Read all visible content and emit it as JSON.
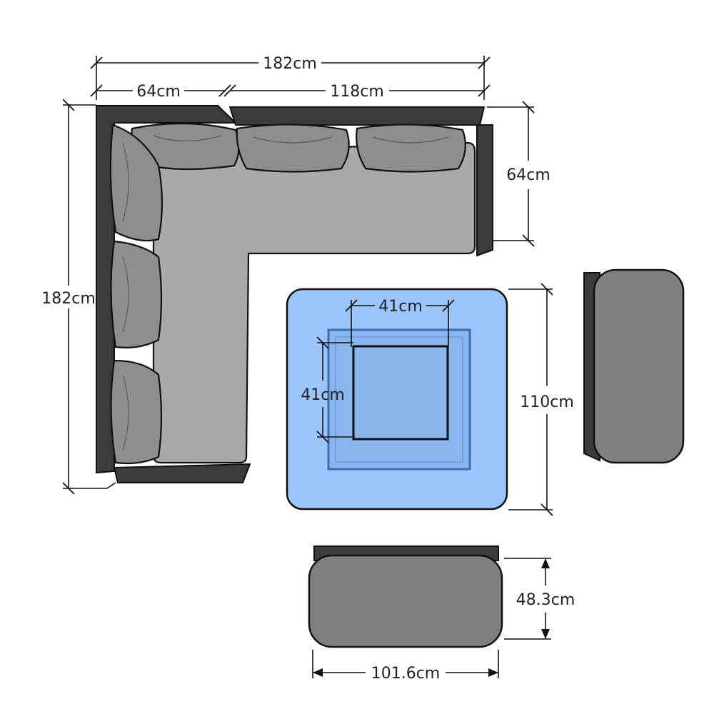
{
  "dimensions": {
    "overall_width": "182cm",
    "corner_width": "64cm",
    "sofa_width": "118cm",
    "sofa_depth": "64cm",
    "overall_depth": "182cm",
    "table_inner_width": "41cm",
    "table_inner_depth": "41cm",
    "table_size": "110cm",
    "footstool_depth": "48.3cm",
    "footstool_width": "101.6cm"
  },
  "colors": {
    "table_fill": "#9cc6fb",
    "table_inner": "#8ab6ee",
    "frame": "#3c3c3c",
    "cushion": "#8e8e8e",
    "seat": "#a9a9a9"
  }
}
